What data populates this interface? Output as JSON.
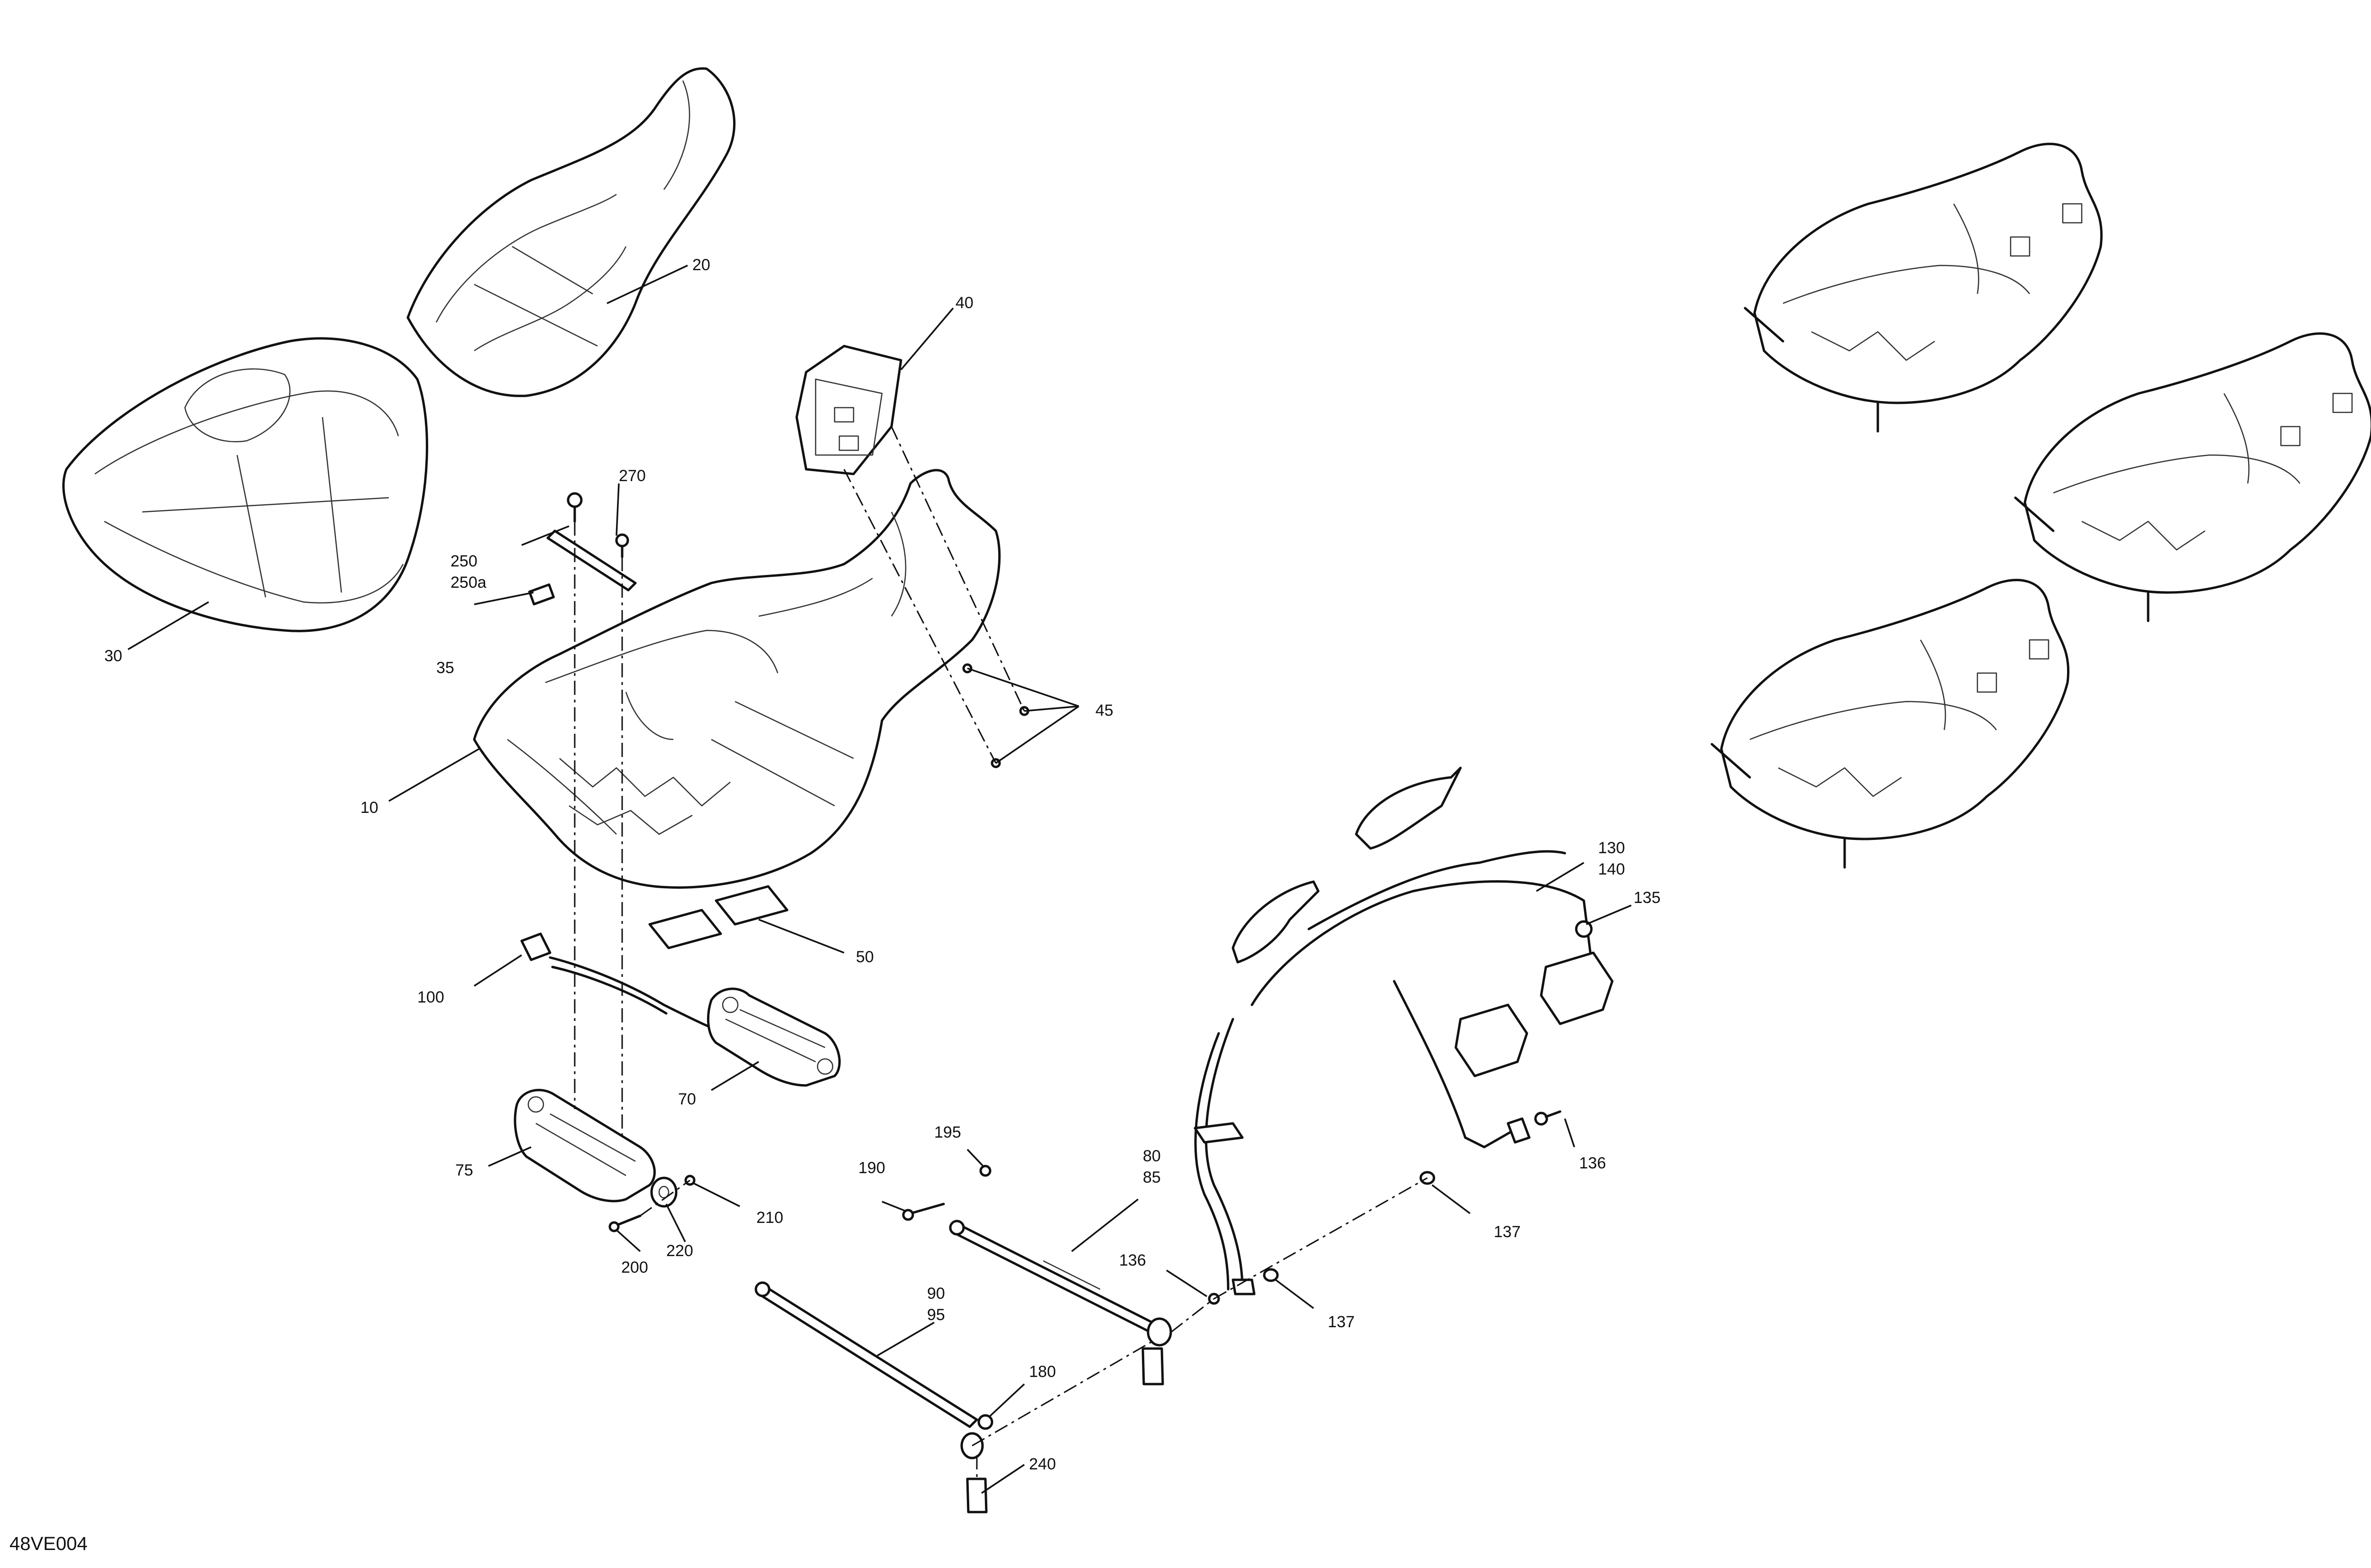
{
  "diagram": {
    "reference_code": "48VE004",
    "callouts": {
      "c10": "10",
      "c20": "20",
      "c30": "30",
      "c35": "35",
      "c40": "40",
      "c45": "45",
      "c50": "50",
      "c70": "70",
      "c75": "75",
      "c80": "80",
      "c85": "85",
      "c90": "90",
      "c95": "95",
      "c100": "100",
      "c130": "130",
      "c135": "135",
      "c136a": "136",
      "c136b": "136",
      "c137a": "137",
      "c137b": "137",
      "c140": "140",
      "c180": "180",
      "c190": "190",
      "c195": "195",
      "c200": "200",
      "c210": "210",
      "c220": "220",
      "c240": "240",
      "c250": "250",
      "c250a": "250a",
      "c270": "270"
    }
  }
}
